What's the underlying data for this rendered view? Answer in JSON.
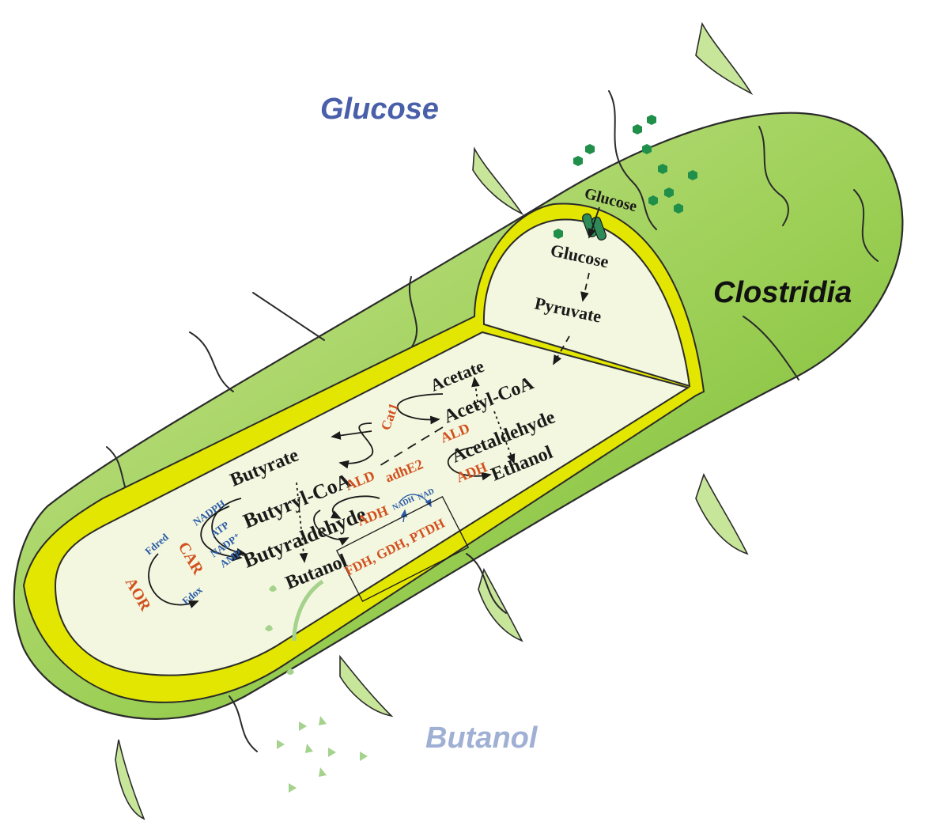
{
  "labels": {
    "glucose_outside": "Glucose",
    "organism": "Clostridia",
    "product_outside": "Butanol"
  },
  "metabolites": {
    "glucose_transport": "Glucose",
    "glucose_inside": "Glucose",
    "pyruvate": "Pyruvate",
    "acetate": "Acetate",
    "acetyl_coa": "Acetyl-CoA",
    "acetaldehyde": "Acetaldehyde",
    "ethanol": "Ethanol",
    "butyrate": "Butyrate",
    "butyryl_coa": "Butyryl-CoA",
    "butyraldehyde": "Butyraldehyde",
    "butanol": "Butanol"
  },
  "enzymes": {
    "cat1": "Cat1",
    "ald_top": "ALD",
    "ald_mid": "ALD",
    "adhe2": "adhE2",
    "adh_right": "ADH",
    "adh_left": "ADH",
    "car": "CAR",
    "aor": "AOR",
    "regen_box": "FDH, GDH, PTDH"
  },
  "cofactors": {
    "nadph": "NADPH",
    "atp": "ATP",
    "nadp": "NADP⁺",
    "amp": "AMP",
    "fdred": "Fdred",
    "fdox": "Fdox",
    "nadh": "NADH",
    "nad": "NAD"
  },
  "colors": {
    "cell_body": "#8cc63f",
    "cell_light": "#c5e38c",
    "membrane": "#e3e600",
    "cytoplasm": "#f3f7df",
    "glucose_particle": "#1f8f4a",
    "butanol_particle": "#a5d28c",
    "enzyme_text": "#d2501e",
    "cofactor_text": "#2a5aa8",
    "glucose_label": "#4a5faa",
    "butanol_label": "#9fb0d4"
  }
}
